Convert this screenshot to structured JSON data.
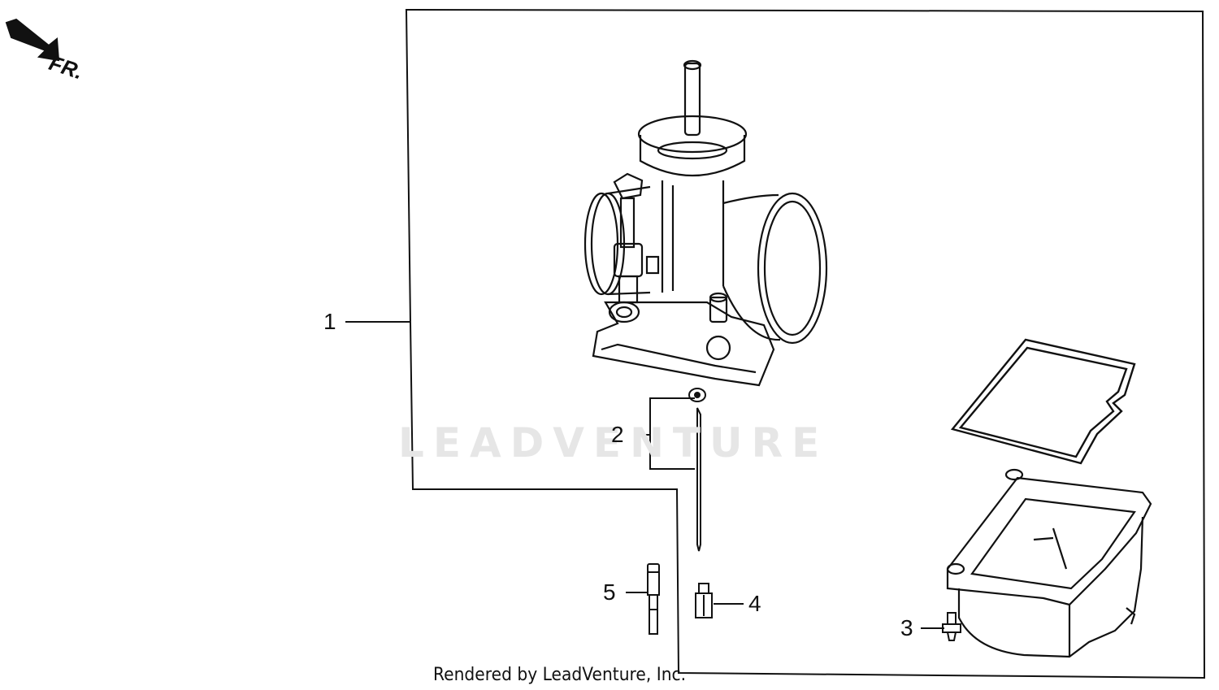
{
  "orientation": {
    "label": "FR."
  },
  "callouts": [
    {
      "number": "1",
      "part": "carburetor-assembly"
    },
    {
      "number": "2",
      "part": "jet-needle-set"
    },
    {
      "number": "3",
      "part": "drain-screw"
    },
    {
      "number": "4",
      "part": "main-jet"
    },
    {
      "number": "5",
      "part": "slow-jet"
    }
  ],
  "watermark": "LEADVENTURE",
  "credit": "Rendered by LeadVenture, Inc.",
  "colors": {
    "line": "#111111",
    "watermark": "#e6e6e6",
    "background": "#ffffff"
  }
}
